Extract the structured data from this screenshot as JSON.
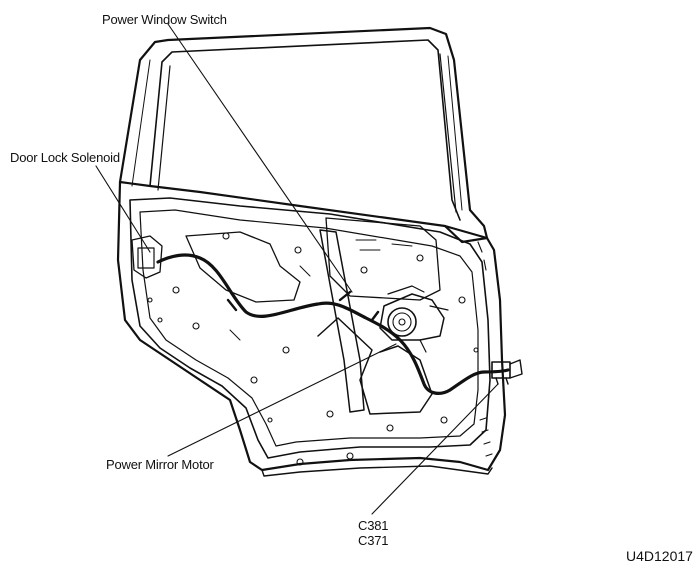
{
  "diagram": {
    "labels": {
      "power_window_switch": "Power Window Switch",
      "door_lock_solenoid": "Door Lock Solenoid",
      "power_mirror_motor": "Power Mirror Motor",
      "connector_c381": "C381",
      "connector_c371": "C371"
    },
    "figure_id": "U4D12017",
    "colors": {
      "line": "#111111",
      "background": "#ffffff",
      "inner_panel": "#ffffff"
    }
  }
}
